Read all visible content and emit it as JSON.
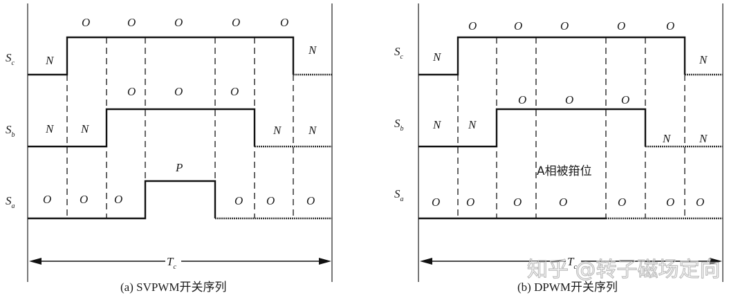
{
  "figures": [
    {
      "id": "a",
      "caption": "(a) SVPWM开关序列",
      "period_label": "T",
      "period_sub": "c",
      "rows": [
        {
          "name": "S",
          "sub": "c",
          "states": [
            "N",
            "O",
            "O",
            "O",
            "O",
            "O",
            "N"
          ]
        },
        {
          "name": "S",
          "sub": "b",
          "states": [
            "N",
            "N",
            "O",
            "O",
            "O",
            "N",
            "N"
          ]
        },
        {
          "name": "S",
          "sub": "a",
          "states": [
            "O",
            "O",
            "O",
            "P",
            "O",
            "O",
            "O"
          ]
        }
      ]
    },
    {
      "id": "b",
      "caption": "(b) DPWM开关序列",
      "period_label": "T",
      "period_sub": "c",
      "annotation": "A相被箝位",
      "rows": [
        {
          "name": "S",
          "sub": "c",
          "states": [
            "N",
            "O",
            "O",
            "O",
            "O",
            "O",
            "N"
          ]
        },
        {
          "name": "S",
          "sub": "b",
          "states": [
            "N",
            "N",
            "O",
            "O",
            "O",
            "N",
            "N"
          ]
        },
        {
          "name": "S",
          "sub": "a",
          "states": [
            "O",
            "O",
            "O",
            "O",
            "O",
            "O",
            "O"
          ]
        }
      ]
    }
  ],
  "watermark": "知乎 @转子磁场定向"
}
